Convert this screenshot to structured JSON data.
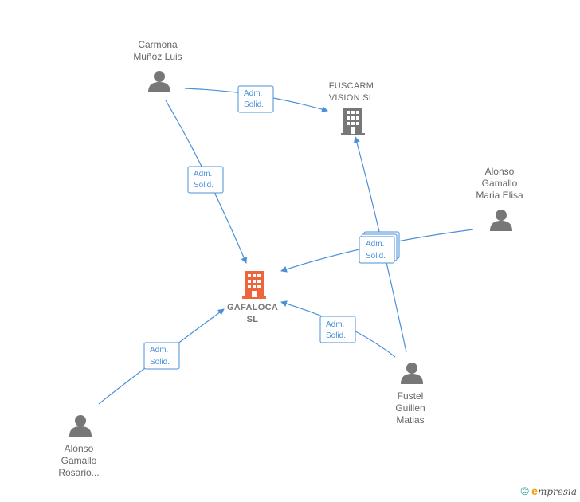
{
  "colors": {
    "edge": "#4a90d9",
    "person_icon": "#777777",
    "company_icon": "#777777",
    "focus_icon": "#f0643c"
  },
  "nodes": {
    "carmona": {
      "label": "Carmona\nMuñoz Luis",
      "type": "person"
    },
    "fuscarm": {
      "label": "FUSCARM\nVISION  SL",
      "type": "company"
    },
    "alonso_maria": {
      "label": "Alonso\nGamallo\nMaria Elisa",
      "type": "person"
    },
    "gafaloca": {
      "label": "GAFALOCA\nSL",
      "type": "company-focus"
    },
    "alonso_rosario": {
      "label": "Alonso\nGamallo\nRosario...",
      "type": "person"
    },
    "fustel": {
      "label": "Fustel\nGuillen\nMatias",
      "type": "person"
    }
  },
  "edges": [
    {
      "from": "carmona",
      "to": "fuscarm",
      "label_line1": "Adm.",
      "label_line2": "Solid."
    },
    {
      "from": "carmona",
      "to": "gafaloca",
      "label_line1": "Adm.",
      "label_line2": "Solid."
    },
    {
      "from": "alonso_maria",
      "to": "gafaloca",
      "label_line1": "Adm.",
      "label_line2": "Solid."
    },
    {
      "from": "fustel",
      "to": "fuscarm",
      "label_line1": "Adm.",
      "label_line2": "Solid."
    },
    {
      "from": "fustel",
      "to": "gafaloca",
      "label_line1": "Adm.",
      "label_line2": "Solid."
    },
    {
      "from": "alonso_rosario",
      "to": "gafaloca",
      "label_line1": "Adm.",
      "label_line2": "Solid."
    }
  ],
  "footer": {
    "copyright": "©",
    "brand_initial": "e",
    "brand_rest": "mpresia"
  }
}
